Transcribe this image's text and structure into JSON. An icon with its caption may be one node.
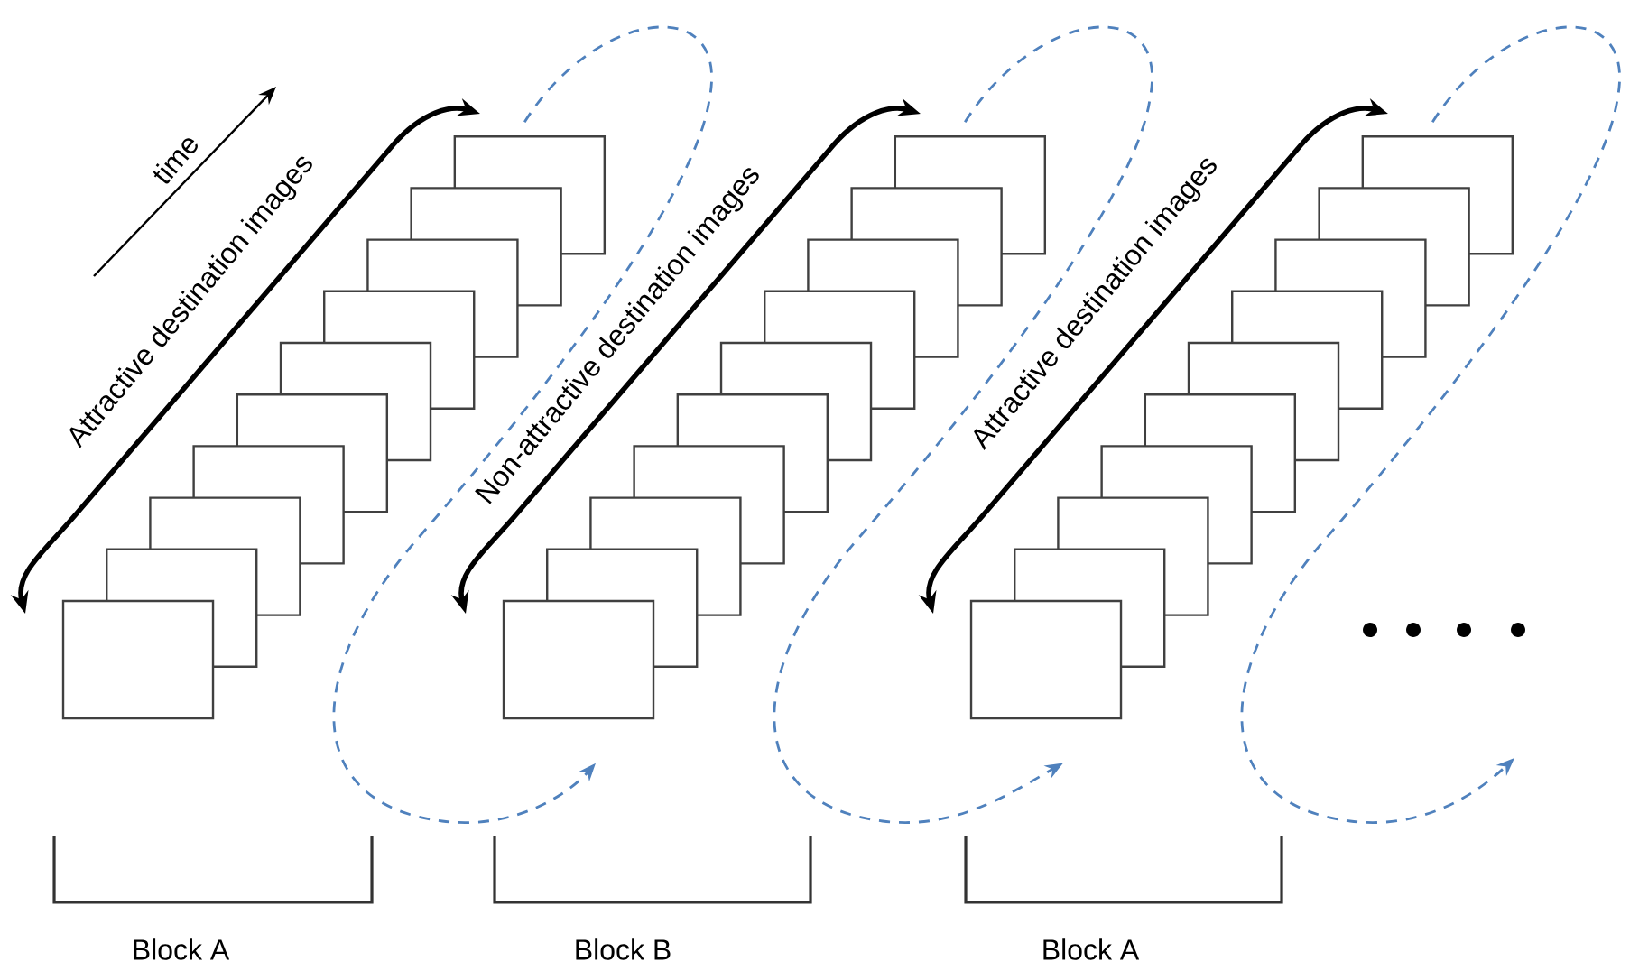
{
  "diagram": {
    "nodes": [
      {
        "text": [],
        "shape": "box"
      },
      {
        "text": [],
        "shape": "box"
      },
      {
        "text": [],
        "shape": "box"
      }
    ],
    "edges": [
      {
        "from": 0,
        "to": 1,
        "arrow": "to",
        "style": "dashed",
        "color": "#4f81bd"
      },
      {
        "from": 1,
        "to": 2,
        "arrow": "to",
        "style": "dashed",
        "color": "#4f81bd"
      },
      {
        "from": 2,
        "to": null,
        "arrow": "to",
        "style": "dashed",
        "color": "#4f81bd"
      }
    ],
    "labels": [
      "time",
      "Attractive destination images",
      "Non-attractive destination images",
      "Attractive destination images",
      "Block A",
      "Block B",
      "Block A"
    ]
  }
}
